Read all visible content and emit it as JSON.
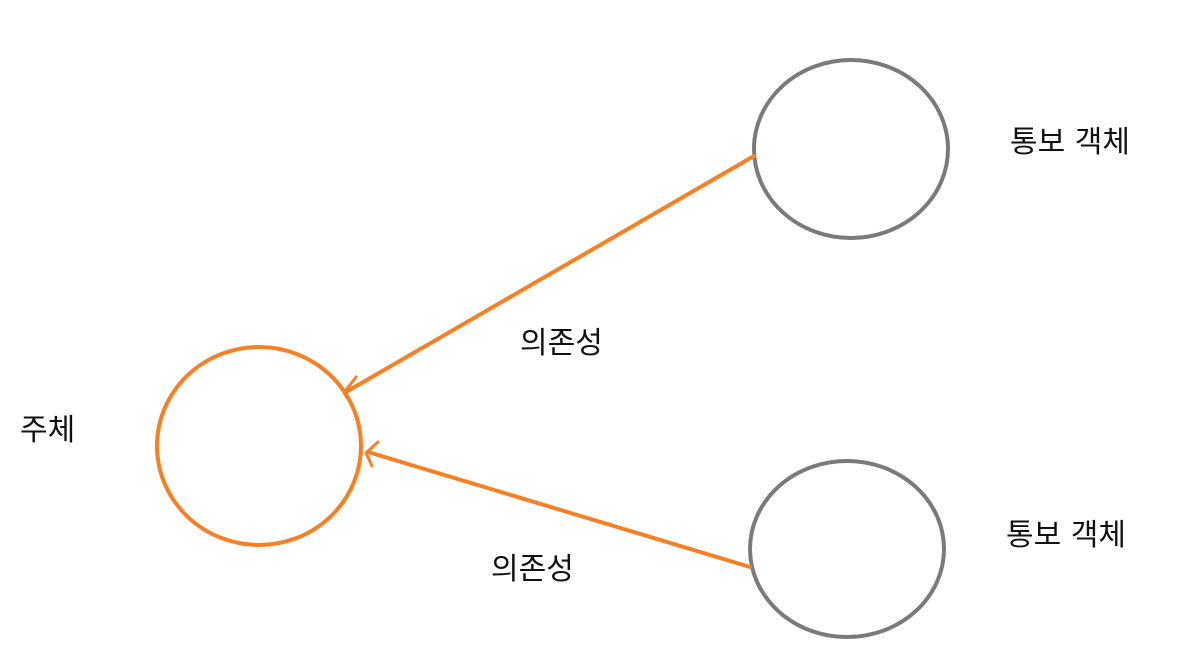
{
  "diagram": {
    "subject": {
      "label": "주체"
    },
    "observers": [
      {
        "label": "통보 객체"
      },
      {
        "label": "통보 객체"
      }
    ],
    "edges": [
      {
        "label": "의존성",
        "from": "observer-1",
        "to": "subject"
      },
      {
        "label": "의존성",
        "from": "observer-2",
        "to": "subject"
      }
    ]
  },
  "colors": {
    "subject": "#f58025",
    "observer": "#7a7a7a",
    "edge": "#f58025",
    "text": "#111111"
  }
}
